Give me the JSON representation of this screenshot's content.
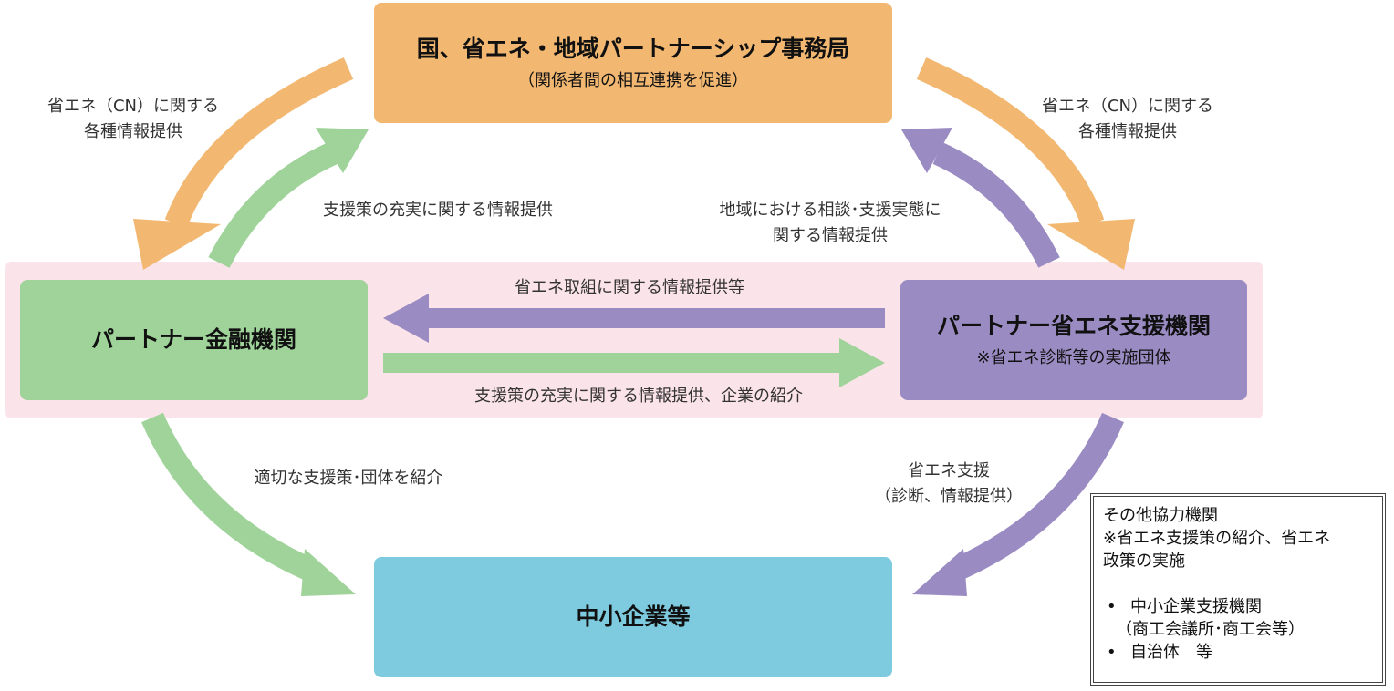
{
  "nodes": {
    "top": {
      "title": "国、省エネ・地域パートナーシップ事務局",
      "subtitle": "（関係者間の相互連携を促進）",
      "color": "#f2b872"
    },
    "finance": {
      "title": "パートナー金融機関",
      "color": "#9fd39a"
    },
    "support": {
      "title": "パートナー省エネ支援機関",
      "subtitle": "※省エネ診断等の実施団体",
      "color": "#9a8bc2"
    },
    "sme": {
      "title": "中小企業等",
      "color": "#7ecbdf"
    }
  },
  "band_color": "#fbe3ea",
  "edges": {
    "top_to_finance": "省エネ（CN）に関する\n各種情報提供",
    "top_to_support": "省エネ（CN）に関する\n各種情報提供",
    "finance_to_top": "支援策の充実に関する情報提供",
    "support_to_top": "地域における相談･支援実態に\n関する情報提供",
    "support_to_finance": "省エネ取組に関する情報提供等",
    "finance_to_support": "支援策の充実に関する情報提供、企業の紹介",
    "finance_to_sme": "適切な支援策･団体を紹介",
    "support_to_sme": "省エネ支援\n（診断、情報提供）"
  },
  "other_box": {
    "title": "その他協力機関",
    "note_line1": "※省エネ支援策の紹介、省エネ",
    "note_line2": "政策の実施",
    "bullet": "•",
    "item1": "中小企業支援機関",
    "item1_sub": "（商工会議所･商工会等）",
    "item2": "自治体　等"
  },
  "arrow_colors": {
    "orange": "#f2b872",
    "green": "#9fd39a",
    "purple": "#9a8bc2"
  }
}
